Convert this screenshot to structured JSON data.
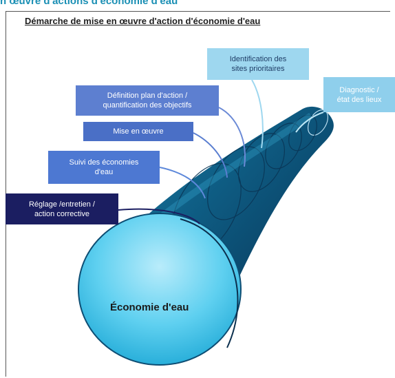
{
  "page_header": "n œuvre d'actions d'économie d'eau",
  "diagram": {
    "heading": "Démarche de mise en œuvre d'action d'économie d'eau",
    "main_label": "Économie d'eau",
    "steps": [
      {
        "line1": "Identification des",
        "line2": "sites prioritaires",
        "color": "#9ed7ef"
      },
      {
        "line1": "Diagnostic /",
        "line2": "état des lieux",
        "color": "#8fcfec"
      },
      {
        "line1": "Définition plan d'action /",
        "line2": "quantification des objectifs",
        "color": "#5d7fd0"
      },
      {
        "line1": "Mise en œuvre",
        "line2": "",
        "color": "#4a6fc6"
      },
      {
        "line1": "Suivi des économies",
        "line2": "d'eau",
        "color": "#4d78d2"
      },
      {
        "line1": "Réglage /entretien /",
        "line2": "action corrective",
        "color": "#1b1e61"
      }
    ]
  }
}
